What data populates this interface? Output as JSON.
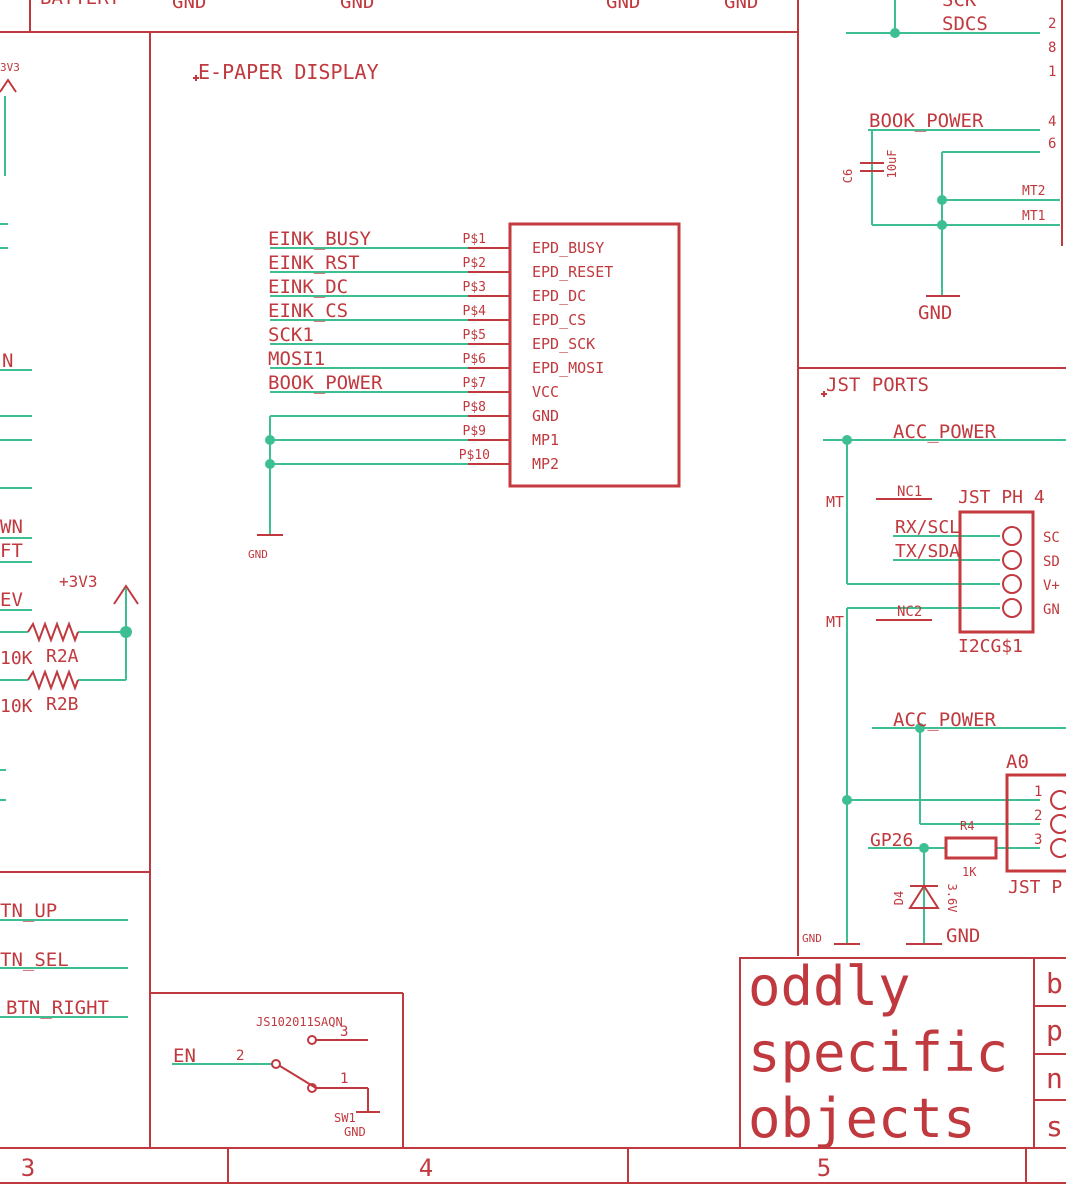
{
  "sections": {
    "epaper_title": "E-PAPER DISPLAY",
    "jst_title": "JST PORTS"
  },
  "epd": {
    "nets": [
      "EINK_BUSY",
      "EINK_RST",
      "EINK_DC",
      "EINK_CS",
      "SCK1",
      "MOSI1",
      "BOOK_POWER"
    ],
    "pin_numbers": [
      "P$1",
      "P$2",
      "P$3",
      "P$4",
      "P$5",
      "P$6",
      "P$7",
      "P$8",
      "P$9",
      "P$10"
    ],
    "pin_names": [
      "EPD_BUSY",
      "EPD_RESET",
      "EPD_DC",
      "EPD_CS",
      "EPD_SCK",
      "EPD_MOSI",
      "VCC",
      "GND",
      "MP1",
      "MP2"
    ],
    "gnd": "GND"
  },
  "top_right": {
    "nets": [
      "SCK",
      "SDCS",
      "BOOK_POWER"
    ],
    "pins": [
      "2",
      "8",
      "1",
      "4",
      "6",
      "MT2",
      "MT1"
    ],
    "cap_name": "C6",
    "cap_value": "10uF",
    "gnd": "GND"
  },
  "top_strip": {
    "left_text": "BATTERY",
    "gnd_labels": [
      "GND",
      "GND",
      "GND",
      "GND"
    ]
  },
  "jst": {
    "acc_power": "ACC_POWER",
    "mt": "MT",
    "nc1": "NC1",
    "nc2": "NC2",
    "part_value": "JST PH 4",
    "part_name": "I2CG$1",
    "rx": "RX/SCL",
    "tx": "TX/SDA",
    "side_pins": [
      "SC",
      "SD",
      "V+",
      "GN"
    ],
    "a0": "A0",
    "a0_pins": [
      "1",
      "2",
      "3"
    ],
    "gp": "GP26",
    "resistor_name": "R4",
    "resistor_value": "1K",
    "diode_name": "D4",
    "diode_value": "3.6V",
    "gnd": "GND",
    "gnd_small": "GND",
    "jst_bottom": "JST P"
  },
  "left_panel": {
    "v3_top": "3V3",
    "net_n": "N",
    "nets": [
      "WN",
      "FT",
      "EV"
    ],
    "v3": "+3V3",
    "r2a_value": "10K",
    "r2a_name": "R2A",
    "r2b_value": "10K",
    "r2b_name": "R2B",
    "lower_nets": [
      "TN_UP",
      "TN_SEL",
      "BTN_RIGHT"
    ]
  },
  "switch": {
    "en": "EN",
    "pin2": "2",
    "pin1": "1",
    "pin3": "3",
    "part_value": "JS102011SAQN",
    "part_name": "SW1",
    "gnd": "GND"
  },
  "title_block": {
    "lines": [
      "oddly",
      "specific",
      "objects"
    ],
    "side_letters": [
      "b",
      "p",
      "n",
      "s"
    ]
  },
  "frame_numbers": [
    "3",
    "4",
    "5"
  ],
  "colors": {
    "frame": "#c0393e",
    "wire": "#3dbf92",
    "part": "#c43a3e"
  }
}
